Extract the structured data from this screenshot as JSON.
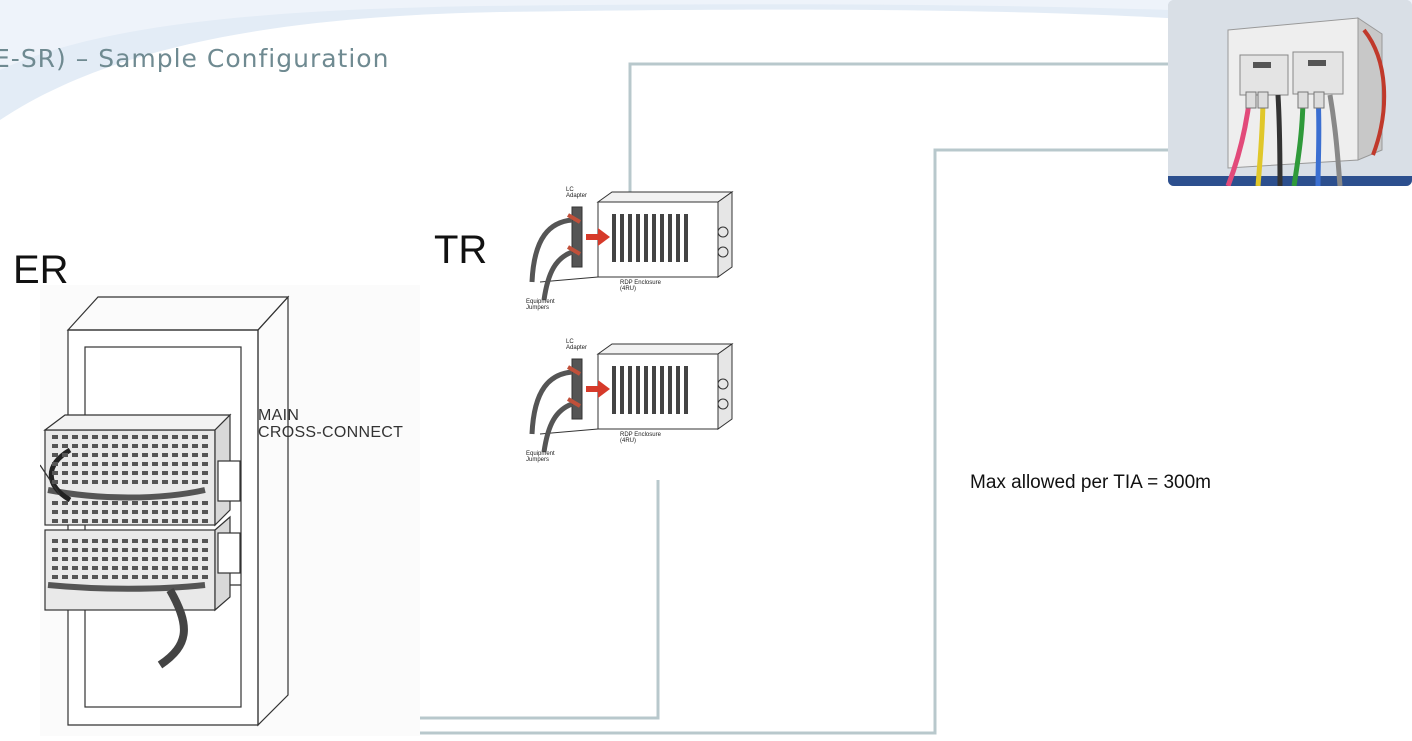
{
  "slide": {
    "title": "E-SR) – Sample Configuration"
  },
  "diagram": {
    "er_label": "ER",
    "tr_label": "TR",
    "main_cross_connect_label": "MAIN\nCROSS-CONNECT",
    "enclosures": [
      {
        "adapter_label": "LC\nAdapter",
        "enclosure_label": "RDP Enclosure\n(4RU)",
        "jumpers_label": "Equipment\nJumpers"
      },
      {
        "adapter_label": "LC\nAdapter",
        "enclosure_label": "RDP Enclosure\n(4RU)",
        "jumpers_label": "Equipment\nJumpers"
      }
    ],
    "max_note": "Max allowed per TIA = 300m"
  },
  "colors": {
    "title_text": "#6f8a91",
    "fiber_line": "#b8c8cc",
    "header_swoosh": "#dfe9f4",
    "adapter_arrow": "#d63a2a"
  }
}
